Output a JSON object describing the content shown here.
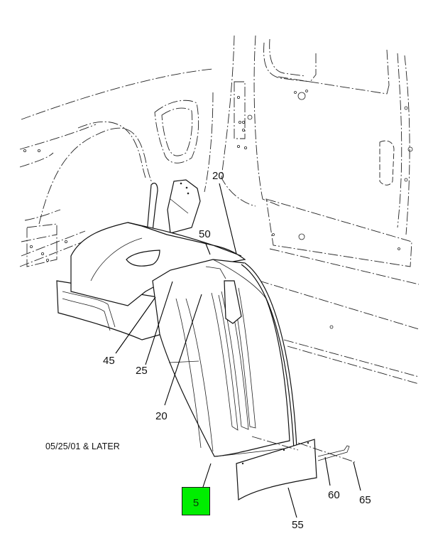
{
  "diagram": {
    "title": "Fender / Splash Guard Assembly",
    "effectivity_note": "05/25/01 & LATER",
    "highlight_color": "#00ee00",
    "callouts": [
      {
        "id": "c20a",
        "label": "20"
      },
      {
        "id": "c50",
        "label": "50"
      },
      {
        "id": "c45",
        "label": "45"
      },
      {
        "id": "c25",
        "label": "25"
      },
      {
        "id": "c20b",
        "label": "20"
      },
      {
        "id": "c60",
        "label": "60"
      },
      {
        "id": "c65",
        "label": "65"
      },
      {
        "id": "c55",
        "label": "55"
      }
    ],
    "highlighted_callout": {
      "label": "5"
    }
  }
}
